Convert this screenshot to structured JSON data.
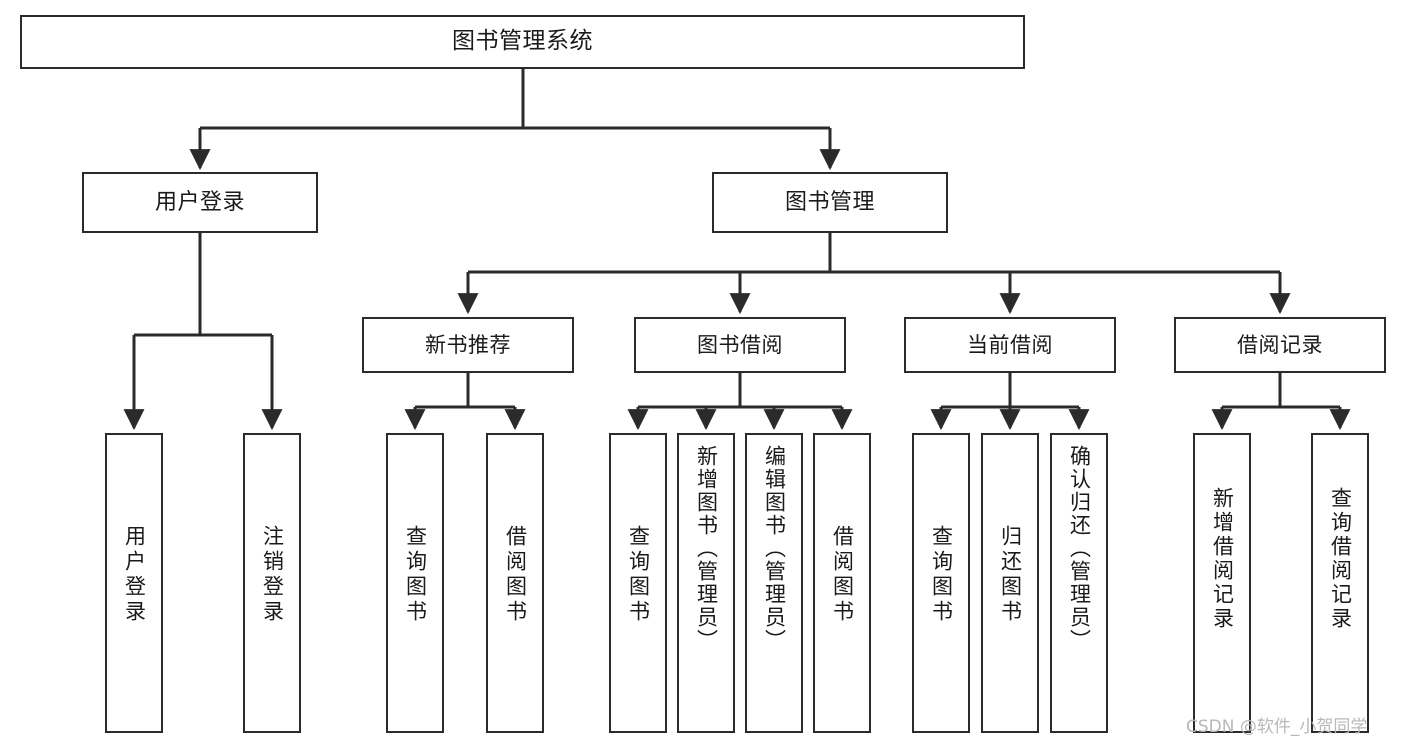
{
  "diagram": {
    "title": "图书管理系统",
    "type": "tree-hierarchy",
    "watermark": "CSDN @软件_小贺同学",
    "colors": {
      "background": "#ffffff",
      "box_border": "#2b2b2b",
      "box_fill": "#ffffff",
      "text": "#1a1a1a",
      "connector": "#2b2b2b",
      "watermark": "#b8b8b8"
    },
    "nodes": {
      "root": {
        "label": "图书管理系统"
      },
      "level2": [
        {
          "label": "用户登录"
        },
        {
          "label": "图书管理"
        }
      ],
      "level3": [
        {
          "label": "新书推荐"
        },
        {
          "label": "图书借阅"
        },
        {
          "label": "当前借阅"
        },
        {
          "label": "借阅记录"
        }
      ],
      "leaves": {
        "user_login": [
          {
            "label": "用户登录"
          },
          {
            "label": "注销登录"
          }
        ],
        "new_book_recommend": [
          {
            "label": "查询图书"
          },
          {
            "label": "借阅图书"
          }
        ],
        "book_borrow": [
          {
            "label": "查询图书"
          },
          {
            "label": "新增图书（管理员）"
          },
          {
            "label": "编辑图书（管理员）"
          },
          {
            "label": "借阅图书"
          }
        ],
        "current_borrow": [
          {
            "label": "查询图书"
          },
          {
            "label": "归还图书"
          },
          {
            "label": "确认归还（管理员）"
          }
        ],
        "borrow_record": [
          {
            "label": "新增借阅记录"
          },
          {
            "label": "查询借阅记录"
          }
        ]
      }
    }
  }
}
